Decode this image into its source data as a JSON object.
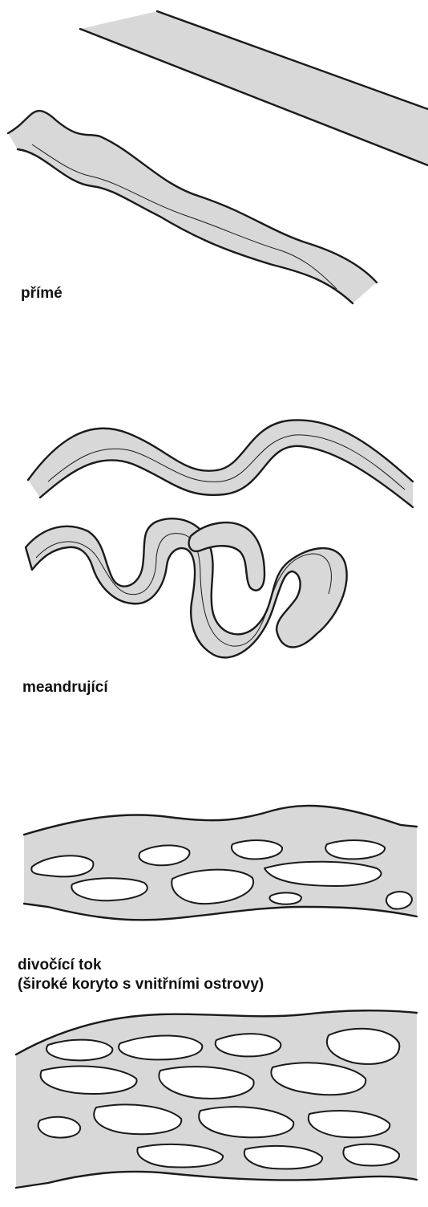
{
  "colors": {
    "channel_fill": "#d8d8d8",
    "outline": "#1a1a1a",
    "island_fill": "#ffffff",
    "background": "#ffffff"
  },
  "labels": {
    "straight": "přímé",
    "meandering": "meandrující",
    "braided_line1": "divočící tok",
    "braided_line2": "(široké koryto s vnitřními ostrovy)"
  }
}
